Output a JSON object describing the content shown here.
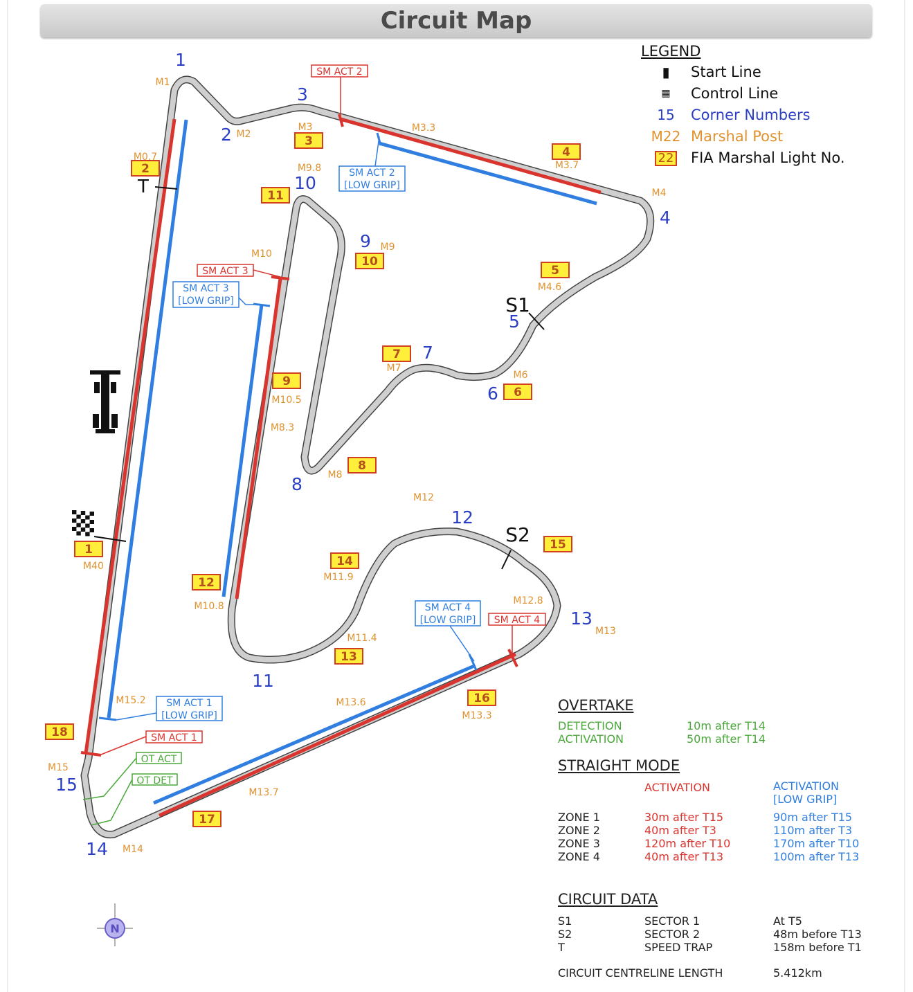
{
  "title": "Circuit Map",
  "legend": {
    "heading": "LEGEND",
    "items": [
      {
        "icon": "start-line-icon",
        "sample": "",
        "label": "Start Line"
      },
      {
        "icon": "control-line-icon",
        "sample": "",
        "label": "Control Line"
      },
      {
        "icon": "",
        "sample": "15",
        "label": "Corner Numbers"
      },
      {
        "icon": "",
        "sample": "M22",
        "label": "Marshal Post"
      },
      {
        "icon": "",
        "sample": "22",
        "label": "FIA Marshal Light No."
      }
    ]
  },
  "corners": [
    "1",
    "2",
    "3",
    "4",
    "5",
    "6",
    "7",
    "8",
    "9",
    "10",
    "11",
    "12",
    "13",
    "14",
    "15"
  ],
  "marshal_posts": [
    "M1",
    "M2",
    "M3",
    "M3.3",
    "M3.7",
    "M4",
    "M4.6",
    "M6",
    "M7",
    "M8",
    "M8.3",
    "M9",
    "M9.8",
    "M10",
    "M10.5",
    "M10.8",
    "M11.4",
    "M11.9",
    "M12",
    "M12.8",
    "M13",
    "M13.3",
    "M13.6",
    "M13.7",
    "M14",
    "M15",
    "M15.2",
    "M0.7",
    "M40"
  ],
  "lights": [
    "1",
    "2",
    "3",
    "4",
    "5",
    "6",
    "7",
    "8",
    "9",
    "10",
    "11",
    "12",
    "13",
    "14",
    "15",
    "16",
    "17",
    "18"
  ],
  "zone_labels": [
    {
      "line1": "SM ACT 2",
      "line2": "",
      "color": "#d9342e"
    },
    {
      "line1": "SM ACT 2",
      "line2": "[LOW GRIP]",
      "color": "#2f7ee0"
    },
    {
      "line1": "SM ACT 3",
      "line2": "",
      "color": "#d9342e"
    },
    {
      "line1": "SM ACT 3",
      "line2": "[LOW GRIP]",
      "color": "#2f7ee0"
    },
    {
      "line1": "SM ACT 4",
      "line2": "[LOW GRIP]",
      "color": "#2f7ee0"
    },
    {
      "line1": "SM ACT 4",
      "line2": "",
      "color": "#d9342e"
    },
    {
      "line1": "SM ACT 1",
      "line2": "[LOW GRIP]",
      "color": "#2f7ee0"
    },
    {
      "line1": "SM ACT 1",
      "line2": "",
      "color": "#d9342e"
    },
    {
      "line1": "OT ACT",
      "line2": "",
      "color": "#4aa83a"
    },
    {
      "line1": "OT DET",
      "line2": "",
      "color": "#4aa83a"
    }
  ],
  "markers": {
    "speed_trap": "T",
    "sector1": "S1",
    "sector2": "S2",
    "compass": "N"
  },
  "overtake": {
    "heading": "OVERTAKE",
    "rows": [
      {
        "label": "DETECTION",
        "value": "10m after T14"
      },
      {
        "label": "ACTIVATION",
        "value": "50m after T14"
      }
    ]
  },
  "straight_mode": {
    "heading": "STRAIGHT MODE",
    "col_activation": "ACTIVATION",
    "col_low_grip_1": "ACTIVATION",
    "col_low_grip_2": "[LOW GRIP]",
    "zones": [
      {
        "zone": "ZONE 1",
        "activation": "30m after T15",
        "low_grip": "90m after T15"
      },
      {
        "zone": "ZONE 2",
        "activation": "40m after T3",
        "low_grip": "110m after T3"
      },
      {
        "zone": "ZONE 3",
        "activation": "120m after T10",
        "low_grip": "170m after T10"
      },
      {
        "zone": "ZONE 4",
        "activation": "40m after T13",
        "low_grip": "100m after T13"
      }
    ]
  },
  "circuit_data": {
    "heading": "CIRCUIT DATA",
    "rows": [
      {
        "code": "S1",
        "name": "SECTOR 1",
        "value": "At T5"
      },
      {
        "code": "S2",
        "name": "SECTOR 2",
        "value": "48m before T13"
      },
      {
        "code": "T",
        "name": "SPEED TRAP",
        "value": "158m before T1"
      }
    ],
    "length_label": "CIRCUIT CENTRELINE LENGTH",
    "length_value": "5.412km"
  },
  "colors": {
    "corner": "#2b3fc4",
    "marshal": "#e0922e",
    "zone_red": "#d9342e",
    "zone_blue": "#2f7ee0",
    "overtake": "#4aa83a",
    "light_fill": "#ffef3a"
  }
}
